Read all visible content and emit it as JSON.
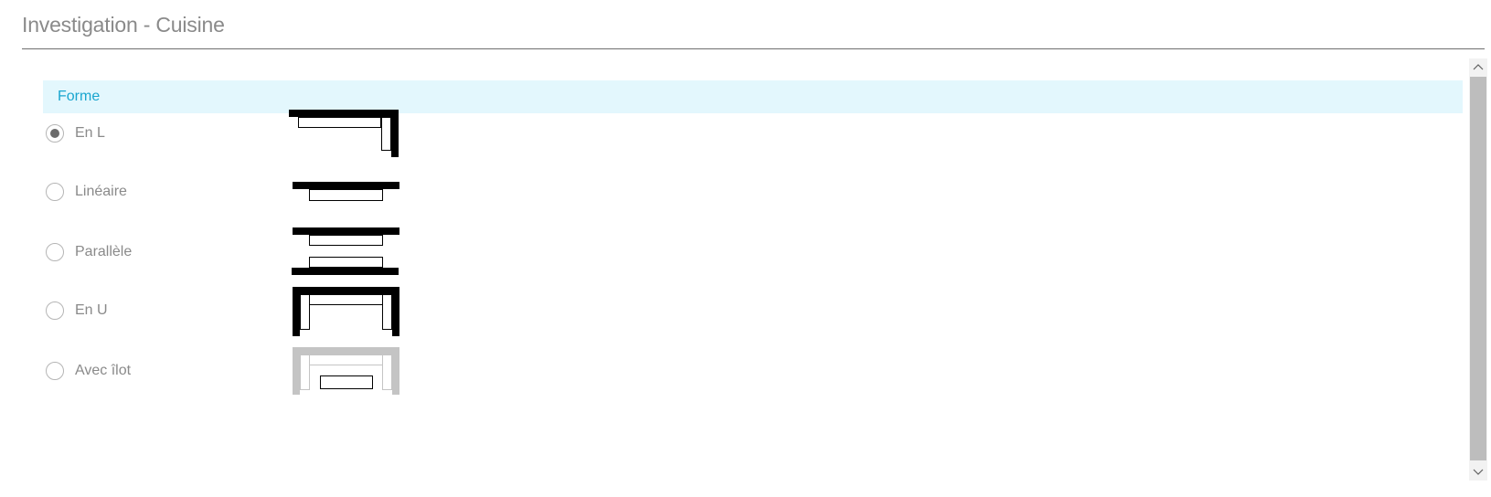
{
  "page": {
    "title": "Investigation - Cuisine"
  },
  "section": {
    "title": "Forme"
  },
  "options": [
    {
      "label": "En L",
      "selected": true,
      "icon": "l-shaped-kitchen-icon"
    },
    {
      "label": "Linéaire",
      "selected": false,
      "icon": "linear-kitchen-icon"
    },
    {
      "label": "Parallèle",
      "selected": false,
      "icon": "parallel-kitchen-icon"
    },
    {
      "label": "En U",
      "selected": false,
      "icon": "u-shaped-kitchen-icon"
    },
    {
      "label": "Avec îlot",
      "selected": false,
      "icon": "island-kitchen-icon"
    }
  ],
  "colors": {
    "title": "#8a8a8a",
    "section_bg": "#e3f7fd",
    "section_text": "#1aa6cf",
    "label": "#8a8a8a",
    "wall": "#000000",
    "inactive_wall": "#c4c4c4"
  }
}
